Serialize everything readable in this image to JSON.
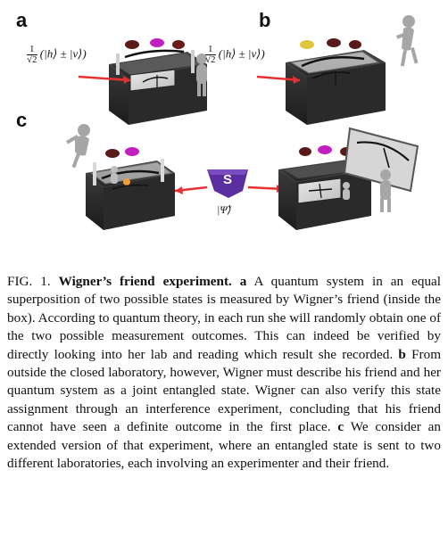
{
  "figure": {
    "panels": {
      "a": {
        "label": "a",
        "state": "(|h⟩ ± |v⟩)",
        "state_prefix_num": "1",
        "state_prefix_den": "√2"
      },
      "b": {
        "label": "b",
        "state": "(|h⟩ ± |v⟩)",
        "state_prefix_num": "1",
        "state_prefix_den": "√2"
      },
      "c": {
        "label": "c",
        "source_label": "S",
        "state_label": "|Ψ̃⟩"
      }
    },
    "colors": {
      "box_dark": "#2f2f2f",
      "laser": "#e8312f",
      "source_purple": "#5b2ea0",
      "magenta_lamp": "#c21fc0",
      "yellow_lamp": "#e0c53a",
      "person_gray": "#9a9a9a"
    }
  },
  "caption": {
    "fig_label": "FIG. 1.",
    "title": "Wigner’s friend experiment.",
    "a_label": "a",
    "a_text": "A quantum system in an equal superposition of two possible states is measured by Wigner’s friend (inside the box). According to quantum theory, in each run she will randomly obtain one of the two possible measurement outcomes. This can indeed be verified by directly looking into her lab and reading which result she recorded.",
    "b_label": "b",
    "b_text": "From outside the closed laboratory, however, Wigner must describe his friend and her quantum system as a joint entangled state. Wigner can also verify this state assignment through an interference experiment, concluding that his friend cannot have seen a definite outcome in the first place.",
    "c_label": "c",
    "c_text": "We consider an extended version of that experiment, where an entangled state is sent to two different laboratories, each involving an experimenter and their friend."
  }
}
